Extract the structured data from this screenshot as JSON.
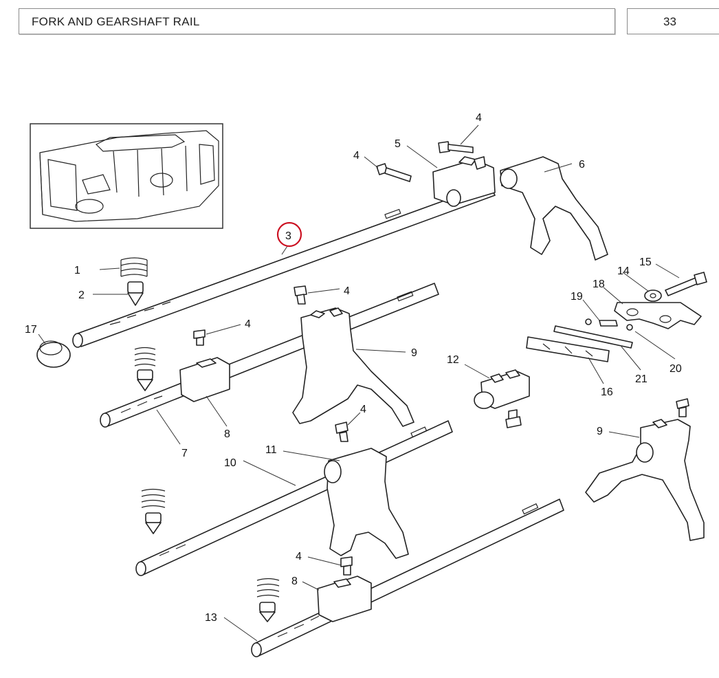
{
  "header": {
    "title": "FORK AND GEARSHAFT RAIL",
    "page_number": "33"
  },
  "highlight_color": "#cc1122",
  "callouts": {
    "c1": "1",
    "c2": "2",
    "c3": "3",
    "c4a": "4",
    "c4b": "4",
    "c4c": "4",
    "c4d": "4",
    "c4e": "4",
    "c4f": "4",
    "c5": "5",
    "c6": "6",
    "c7": "7",
    "c8a": "8",
    "c8b": "8",
    "c9a": "9",
    "c9b": "9",
    "c10": "10",
    "c11": "11",
    "c12": "12",
    "c13": "13",
    "c14": "14",
    "c15": "15",
    "c16": "16",
    "c17": "17",
    "c18": "18",
    "c19": "19",
    "c20": "20",
    "c21": "21"
  }
}
